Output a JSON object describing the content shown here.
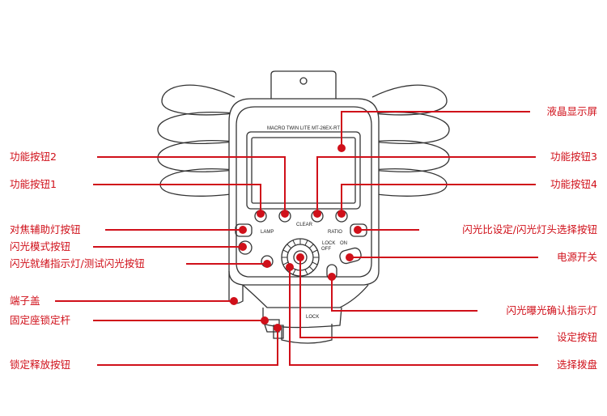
{
  "device": {
    "model_text": "MACRO TWIN LITE MT-26EX-RT",
    "lamp_text": "LAMP",
    "clear_text": "CLEAR",
    "ratio_text": "RATIO",
    "lock_text": "LOCK",
    "off_text": "OFF",
    "on_text": "ON"
  },
  "labels": {
    "left": [
      "功能按钮2",
      "功能按钮1",
      "对焦辅助灯按钮",
      "闪光模式按钮",
      "闪光就绪指示灯/测试闪光按钮",
      "端子盖",
      "固定座锁定杆",
      "锁定释放按钮"
    ],
    "right": [
      "液晶显示屏",
      "功能按钮3",
      "功能按钮4",
      "闪光比设定/闪光灯头选择按钮",
      "电源开关",
      "闪光曝光确认指示灯",
      "设定按钮",
      "选择拨盘"
    ]
  },
  "colors": {
    "callout": "#d0101a",
    "outline": "#333333"
  }
}
